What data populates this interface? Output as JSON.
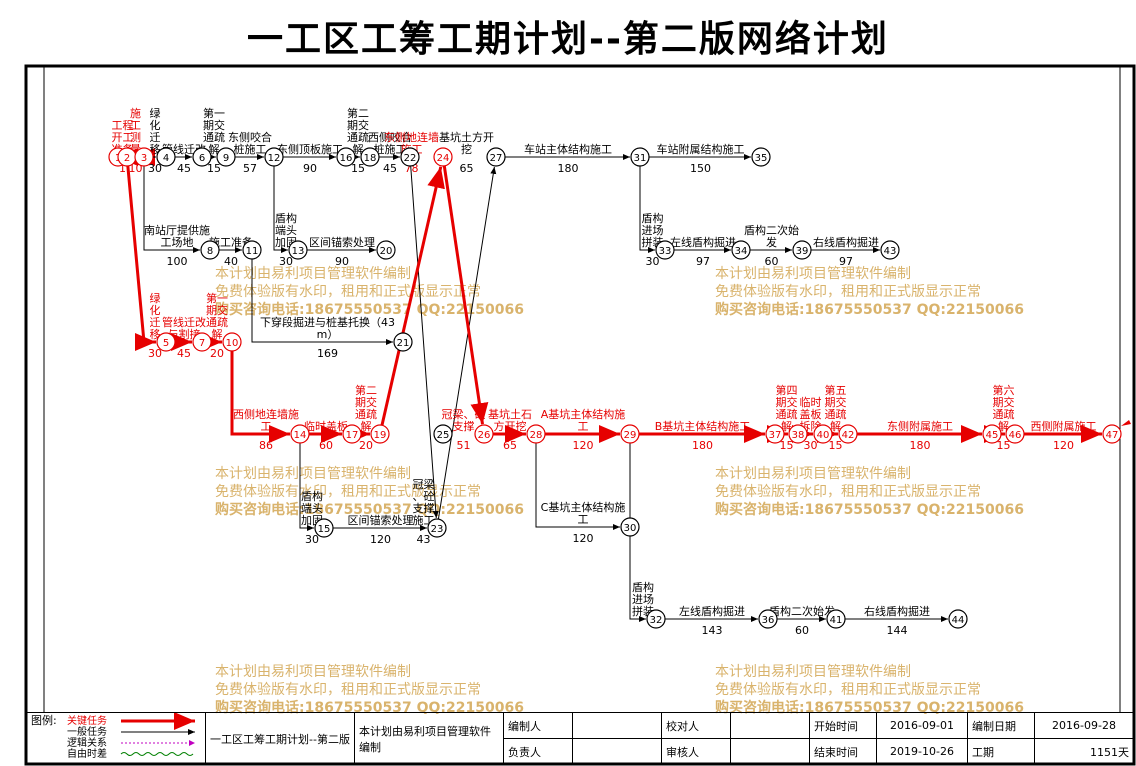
{
  "title": "一工区工筹工期计划--第二版网络计划",
  "colors": {
    "critical": "#e60000",
    "normal": "#000000",
    "watermark": "#d9b36c"
  },
  "watermark": {
    "line1": "本计划由易利项目管理软件编制",
    "line2": "免费体验版有水印，租用和正式版显示正常",
    "line3": "购买咨询电话:18675550537 QQ:22150066"
  },
  "nodes": [
    "1",
    "2",
    "3",
    "4",
    "5",
    "6",
    "7",
    "8",
    "9",
    "10",
    "11",
    "12",
    "13",
    "14",
    "15",
    "16",
    "17",
    "18",
    "19",
    "20",
    "21",
    "22",
    "23",
    "24",
    "25",
    "26",
    "27",
    "28",
    "29",
    "30",
    "31",
    "32",
    "33",
    "34",
    "35",
    "36",
    "37",
    "38",
    "39",
    "40",
    "41",
    "42",
    "43",
    "44",
    "45",
    "46",
    "47"
  ],
  "tasks": [
    {
      "name": "工程开工准备",
      "dur": "1",
      "critical": true
    },
    {
      "name": "施工测量",
      "dur": "10",
      "critical": true
    },
    {
      "name": "绿化迁移",
      "dur": "30",
      "critical": false
    },
    {
      "name": "管线迁改",
      "dur": "45",
      "critical": false
    },
    {
      "name": "第一期交通疏解",
      "dur": "15",
      "critical": false
    },
    {
      "name": "东侧咬合桩施工",
      "dur": "57",
      "critical": false
    },
    {
      "name": "东侧顶板施工",
      "dur": "90",
      "critical": false
    },
    {
      "name": "第二期交通疏解",
      "dur": "15",
      "critical": false
    },
    {
      "name": "西侧咬合桩施工",
      "dur": "45",
      "critical": false
    },
    {
      "name": "冠梁、砼支撑施工",
      "dur": "43",
      "critical": false
    },
    {
      "name": "基坑土方开挖",
      "dur": "65",
      "critical": false
    },
    {
      "name": "车站主体结构施工",
      "dur": "180",
      "critical": false
    },
    {
      "name": "车站附属结构施工",
      "dur": "150",
      "critical": false
    },
    {
      "name": "南站厅提供施工场地",
      "dur": "100",
      "critical": false
    },
    {
      "name": "施工准备",
      "dur": "40",
      "critical": false
    },
    {
      "name": "盾构端头加固",
      "dur": "30",
      "critical": false
    },
    {
      "name": "区间锚索处理",
      "dur": "90",
      "critical": false
    },
    {
      "name": "盾构进场拼装",
      "dur": "30",
      "critical": false
    },
    {
      "name": "左线盾构掘进",
      "dur": "97",
      "critical": false
    },
    {
      "name": "盾构二次始发",
      "dur": "60",
      "critical": false
    },
    {
      "name": "右线盾构掘进",
      "dur": "97",
      "critical": false
    },
    {
      "name": "绿化迁移",
      "dur": "30",
      "critical": true
    },
    {
      "name": "管线迁改与割接",
      "dur": "45",
      "critical": true
    },
    {
      "name": "第一期交通疏解",
      "dur": "20",
      "critical": true
    },
    {
      "name": "下穿段掘进与桩基托换（43m）",
      "dur": "169",
      "critical": false
    },
    {
      "name": "西侧地连墙施工",
      "dur": "86",
      "critical": true
    },
    {
      "name": "临时盖板",
      "dur": "60",
      "critical": true
    },
    {
      "name": "第二期交通疏解",
      "dur": "20",
      "critical": true
    },
    {
      "name": "东侧地连墙施工",
      "dur": "78",
      "critical": true
    },
    {
      "name": "冠梁、砼支撑",
      "dur": "51",
      "critical": true
    },
    {
      "name": "基坑土石方开挖",
      "dur": "65",
      "critical": true
    },
    {
      "name": "A基坑主体结构施工",
      "dur": "120",
      "critical": true
    },
    {
      "name": "B基坑主体结构施工",
      "dur": "180",
      "critical": true
    },
    {
      "name": "第四期交通疏解",
      "dur": "15",
      "critical": true
    },
    {
      "name": "临时盖板拆除",
      "dur": "30",
      "critical": true
    },
    {
      "name": "第五期交通疏解",
      "dur": "15",
      "critical": true
    },
    {
      "name": "东侧附属施工",
      "dur": "180",
      "critical": true
    },
    {
      "name": "第六期交通疏解",
      "dur": "15",
      "critical": true
    },
    {
      "name": "西侧附属施工",
      "dur": "120",
      "critical": true
    },
    {
      "name": "盾构端头加固",
      "dur": "30",
      "critical": false
    },
    {
      "name": "区间锚索处理",
      "dur": "120",
      "critical": false
    },
    {
      "name": "C基坑主体结构施工",
      "dur": "120",
      "critical": false
    },
    {
      "name": "盾构进场拼装",
      "dur": "",
      "critical": false
    },
    {
      "name": "左线盾构掘进",
      "dur": "143",
      "critical": false
    },
    {
      "name": "盾构二次始发",
      "dur": "60",
      "critical": false
    },
    {
      "name": "右线盾构掘进",
      "dur": "144",
      "critical": false
    }
  ],
  "legend": {
    "label": "图例:",
    "items": [
      "关键任务",
      "一般任务",
      "逻辑关系",
      "自由时差"
    ]
  },
  "footer": {
    "plan_name": "一工区工筹工期计划--第二版",
    "software_note": "本计划由易利项目管理软件编制",
    "compiler_label": "编制人",
    "checker_label": "校对人",
    "start_label": "开始时间",
    "start_value": "2016-09-01",
    "compile_date_label": "编制日期",
    "compile_date_value": "2016-09-28",
    "responsible_label": "负责人",
    "reviewer_label": "审核人",
    "end_label": "结束时间",
    "end_value": "2019-10-26",
    "duration_label": "工期",
    "duration_value": "1151天"
  }
}
